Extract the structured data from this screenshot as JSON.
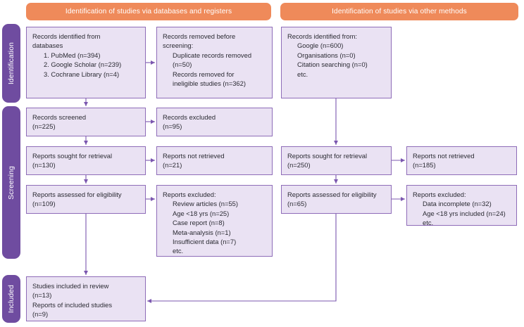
{
  "headers": {
    "databases": "Identification of studies via databases and registers",
    "other": "Identification of studies via other methods"
  },
  "stages": {
    "identification": "Identification",
    "screening": "Screening",
    "included": "Included"
  },
  "colors": {
    "header_orange": "#EF8A5A",
    "stage_purple": "#6F4CA0",
    "box_fill": "#EAE2F3",
    "box_border": "#8E6CB8",
    "arrow": "#7B57AF",
    "text": "#2B2B33"
  },
  "boxes": {
    "records_identified": {
      "l1": "Records identified from",
      "l2": "databases",
      "l3": "1. PubMed (n=394)",
      "l4": "2. Google Scholar (n=239)",
      "l5": "3. Cochrane Library (n=4)"
    },
    "records_removed": {
      "l1": "Records removed before",
      "l2": "screening:",
      "l3": "Duplicate records removed",
      "l4": "(n=50)",
      "l5": "Records removed for",
      "l6": "ineligible studies (n=362)"
    },
    "other_identified": {
      "l1": "Records identified from:",
      "l2": "Google (n=600)",
      "l3": "Organisations (n=0)",
      "l4": "Citation searching (n=0)",
      "l5": "etc."
    },
    "records_screened": {
      "l1": "Records screened",
      "l2": "(n=225)"
    },
    "records_excluded": {
      "l1": "Records excluded",
      "l2": "(n=95)"
    },
    "reports_sought": {
      "l1": "Reports sought for retrieval",
      "l2": "(n=130)"
    },
    "reports_not_retrieved": {
      "l1": "Reports not retrieved",
      "l2": "(n=21)"
    },
    "reports_assessed": {
      "l1": "Reports assessed for eligibility",
      "l2": "(n=109)"
    },
    "reports_excluded": {
      "l1": "Reports excluded:",
      "l2": "Review articles (n=55)",
      "l3": "Age <18 yrs (n=25)",
      "l4": "Case report (n=8)",
      "l5": "Meta-analysis (n=1)",
      "l6": "Insufficient data (n=7)",
      "l7": "etc."
    },
    "other_sought": {
      "l1": "Reports sought for retrieval",
      "l2": "(n=250)"
    },
    "other_not_retrieved": {
      "l1": "Reports not retrieved",
      "l2": "(n=185)"
    },
    "other_assessed": {
      "l1": "Reports assessed for eligibility",
      "l2": "(n=65)"
    },
    "other_excluded": {
      "l1": "Reports excluded:",
      "l2": "Data incomplete (n=32)",
      "l3": "Age <18 yrs included (n=24)",
      "l4": "etc."
    },
    "included": {
      "l1": "Studies included in review",
      "l2": "(n=13)",
      "l3": "Reports of included studies",
      "l4": "(n=9)"
    }
  },
  "chart_data": {
    "type": "diagram",
    "title": "PRISMA 2020 flow diagram",
    "nodes": [
      {
        "id": "records_identified",
        "stage": "Identification",
        "branch": "databases",
        "label": "Records identified from databases",
        "counts": {
          "PubMed": 394,
          "Google Scholar": 239,
          "Cochrane Library": 4
        }
      },
      {
        "id": "records_removed",
        "stage": "Identification",
        "branch": "databases",
        "label": "Records removed before screening",
        "counts": {
          "Duplicate records removed": 50,
          "Records removed for ineligible studies": 362
        }
      },
      {
        "id": "other_identified",
        "stage": "Identification",
        "branch": "other",
        "label": "Records identified from",
        "counts": {
          "Google": 600,
          "Organisations": 0,
          "Citation searching": 0
        }
      },
      {
        "id": "records_screened",
        "stage": "Screening",
        "branch": "databases",
        "label": "Records screened",
        "n": 225
      },
      {
        "id": "records_excluded",
        "stage": "Screening",
        "branch": "databases",
        "label": "Records excluded",
        "n": 95
      },
      {
        "id": "reports_sought",
        "stage": "Screening",
        "branch": "databases",
        "label": "Reports sought for retrieval",
        "n": 130
      },
      {
        "id": "reports_not_retrieved",
        "stage": "Screening",
        "branch": "databases",
        "label": "Reports not retrieved",
        "n": 21
      },
      {
        "id": "reports_assessed",
        "stage": "Screening",
        "branch": "databases",
        "label": "Reports assessed for eligibility",
        "n": 109
      },
      {
        "id": "reports_excluded",
        "stage": "Screening",
        "branch": "databases",
        "label": "Reports excluded",
        "counts": {
          "Review articles": 55,
          "Age <18 yrs": 25,
          "Case report": 8,
          "Meta-analysis": 1,
          "Insufficient data": 7
        }
      },
      {
        "id": "other_sought",
        "stage": "Screening",
        "branch": "other",
        "label": "Reports sought for retrieval",
        "n": 250
      },
      {
        "id": "other_not_retrieved",
        "stage": "Screening",
        "branch": "other",
        "label": "Reports not retrieved",
        "n": 185
      },
      {
        "id": "other_assessed",
        "stage": "Screening",
        "branch": "other",
        "label": "Reports assessed for eligibility",
        "n": 65
      },
      {
        "id": "other_excluded",
        "stage": "Screening",
        "branch": "other",
        "label": "Reports excluded",
        "counts": {
          "Data incomplete": 32,
          "Age <18 yrs included": 24
        }
      },
      {
        "id": "included",
        "stage": "Included",
        "branch": "both",
        "label": "Studies included in review",
        "counts": {
          "Studies included in review": 13,
          "Reports of included studies": 9
        }
      }
    ],
    "edges": [
      {
        "from": "records_identified",
        "to": "records_removed"
      },
      {
        "from": "records_identified",
        "to": "records_screened"
      },
      {
        "from": "records_screened",
        "to": "records_excluded"
      },
      {
        "from": "records_screened",
        "to": "reports_sought"
      },
      {
        "from": "reports_sought",
        "to": "reports_not_retrieved"
      },
      {
        "from": "reports_sought",
        "to": "reports_assessed"
      },
      {
        "from": "reports_assessed",
        "to": "reports_excluded"
      },
      {
        "from": "reports_assessed",
        "to": "included"
      },
      {
        "from": "other_identified",
        "to": "other_sought"
      },
      {
        "from": "other_sought",
        "to": "other_not_retrieved"
      },
      {
        "from": "other_sought",
        "to": "other_assessed"
      },
      {
        "from": "other_assessed",
        "to": "other_excluded"
      },
      {
        "from": "other_assessed",
        "to": "included"
      }
    ]
  }
}
